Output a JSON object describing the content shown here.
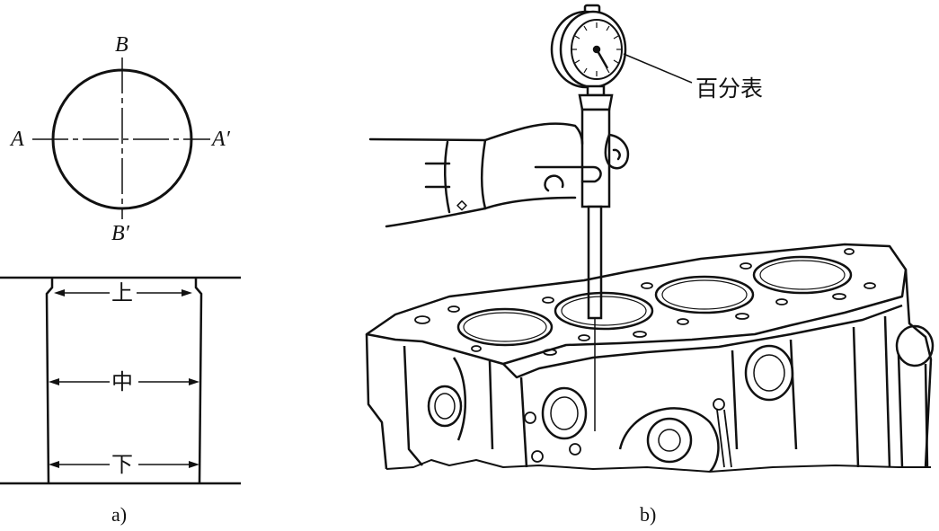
{
  "panel_a": {
    "circle": {
      "label_top": "B",
      "label_bottom": "B′",
      "label_left": "A",
      "label_right": "A′"
    },
    "bore": {
      "upper": "上",
      "middle": "中",
      "lower": "下"
    },
    "caption": "a)"
  },
  "panel_b": {
    "gauge_label": "百分表",
    "caption": "b)"
  }
}
